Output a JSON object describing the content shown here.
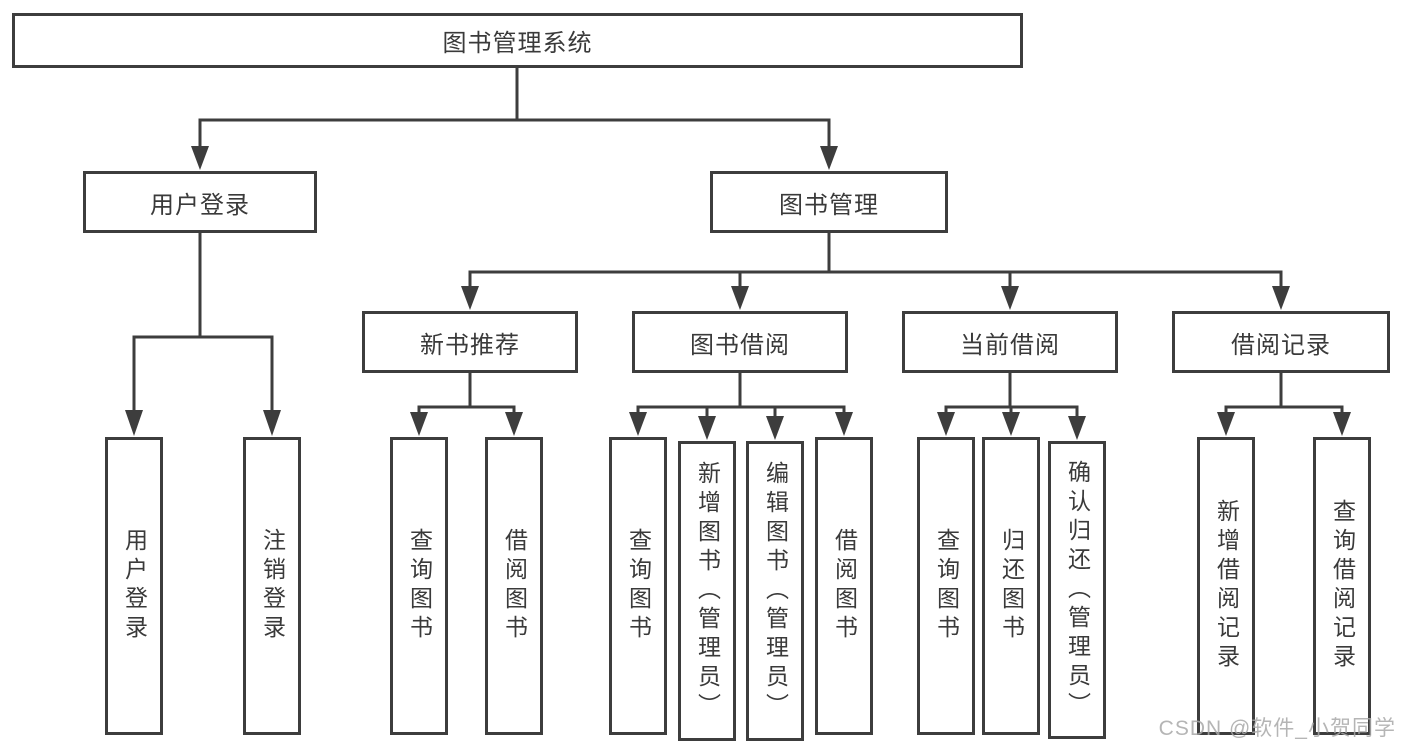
{
  "diagram": {
    "title_node": {
      "label": "图书管理系统"
    },
    "level2": [
      {
        "id": "user-login",
        "label": "用户登录"
      },
      {
        "id": "book-management",
        "label": "图书管理"
      }
    ],
    "level3": [
      {
        "id": "new-book-recommend",
        "label": "新书推荐"
      },
      {
        "id": "book-borrow",
        "label": "图书借阅"
      },
      {
        "id": "current-borrow",
        "label": "当前借阅"
      },
      {
        "id": "borrow-records",
        "label": "借阅记录"
      }
    ],
    "leaves": {
      "user_login": [
        {
          "label": "用户登录"
        },
        {
          "label": "注销登录"
        }
      ],
      "new_book_recommend": [
        {
          "label": "查询图书"
        },
        {
          "label": "借阅图书"
        }
      ],
      "book_borrow": [
        {
          "label": "查询图书"
        },
        {
          "label": "新增图书（管理员）"
        },
        {
          "label": "编辑图书（管理员）"
        },
        {
          "label": "借阅图书"
        }
      ],
      "current_borrow": [
        {
          "label": "查询图书"
        },
        {
          "label": "归还图书"
        },
        {
          "label": "确认归还（管理员）"
        }
      ],
      "borrow_records": [
        {
          "label": "新增借阅记录"
        },
        {
          "label": "查询借阅记录"
        }
      ]
    },
    "watermark": "CSDN @软件_小贺同学"
  },
  "colors": {
    "line": "#3d3d3d",
    "text": "#3a3a3a",
    "wm": "#a9a9a9"
  }
}
